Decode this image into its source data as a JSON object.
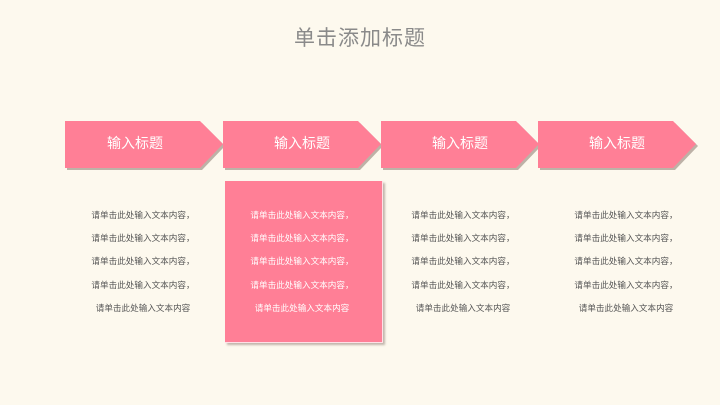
{
  "title": "单击添加标题",
  "colors": {
    "accent": "#ff7f96",
    "background": "#fdf9ee",
    "body_text": "#555555"
  },
  "steps": [
    {
      "label": "输入标题",
      "lines": [
        "请单击此处输入文本内容，",
        "请单击此处输入文本内容，",
        "请单击此处输入文本内容，",
        "请单击此处输入文本内容，",
        "请单击此处输入文本内容"
      ]
    },
    {
      "label": "输入标题",
      "highlighted": true,
      "lines": [
        "请单击此处输入文本内容，",
        "请单击此处输入文本内容，",
        "请单击此处输入文本内容，",
        "请单击此处输入文本内容，",
        "请单击此处输入文本内容"
      ]
    },
    {
      "label": "输入标题",
      "lines": [
        "请单击此处输入文本内容，",
        "请单击此处输入文本内容，",
        "请单击此处输入文本内容，",
        "请单击此处输入文本内容，",
        "请单击此处输入文本内容"
      ]
    },
    {
      "label": "输入标题",
      "lines": [
        "请单击此处输入文本内容，",
        "请单击此处输入文本内容，",
        "请单击此处输入文本内容，",
        "请单击此处输入文本内容，",
        "请单击此处输入文本内容"
      ]
    }
  ]
}
